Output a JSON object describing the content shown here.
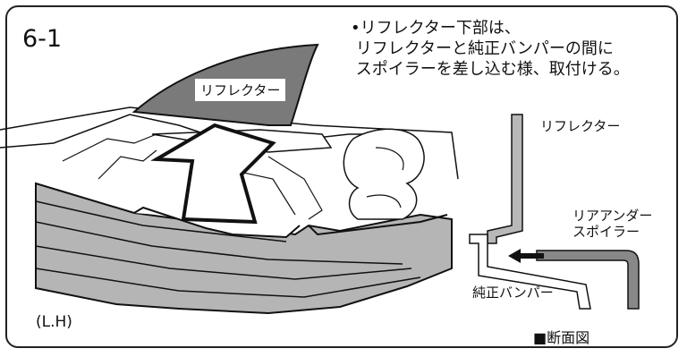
{
  "step_label": "6-1",
  "instruction_lines": "•リフレクター下部は、\n リフレクターと純正バンパーの間に\n スポイラーを差し込む様、取付ける。",
  "side_label": "(L.H)",
  "part_label_reflector_main": "リフレクター",
  "section": {
    "reflector_label": "リフレクター",
    "spoiler_label": "リアアンダー\nスポイラー",
    "bumper_label": "純正バンパー",
    "caption": "■断面図"
  },
  "colors": {
    "reflector_fill": "#7a7a7a",
    "spoiler_fill": "#888888",
    "bumper_fill": "#b5b5b5",
    "outline": "#111111"
  }
}
